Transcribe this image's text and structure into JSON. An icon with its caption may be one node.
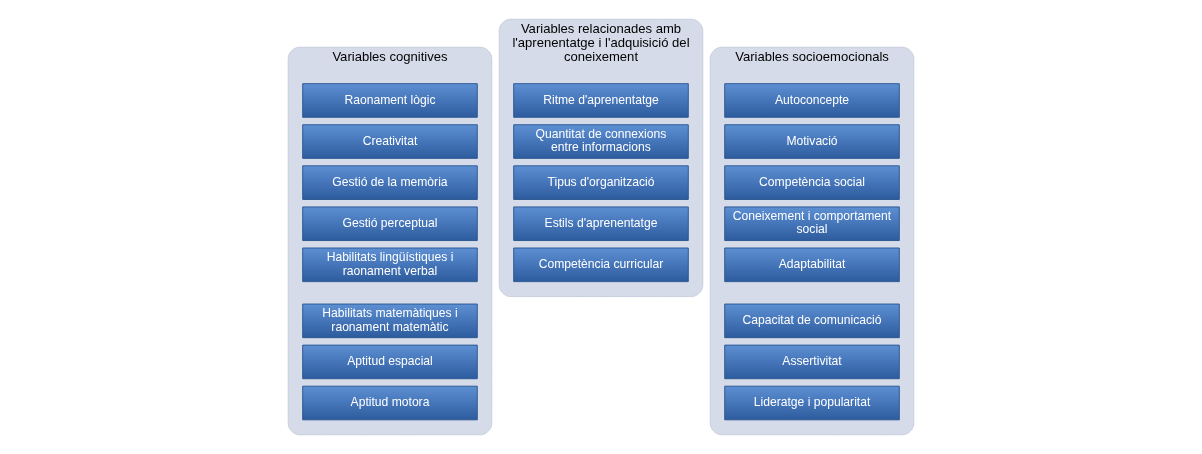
{
  "diagram": {
    "nodes": [
      {
        "text": [
          "Variables cognitives"
        ]
      },
      {
        "text": [
          "Raonament lògic"
        ],
        "in": 0
      },
      {
        "text": [
          "Creativitat"
        ],
        "in": 0
      },
      {
        "text": [
          "Gestió de la memòria"
        ],
        "in": 0
      },
      {
        "text": [
          "Gestió perceptual"
        ],
        "in": 0
      },
      {
        "text": [
          "Habilitats lingüístiques i raonament verbal"
        ],
        "in": 0
      },
      {
        "text": [
          "Habilitats matemàtiques i raonament matemàtic"
        ],
        "in": 0
      },
      {
        "text": [
          "Aptitud espacial"
        ],
        "in": 0
      },
      {
        "text": [
          "Aptitud motora"
        ],
        "in": 0
      },
      {
        "text": [
          "Variables relacionades amb l'aprenentatge i l'adquisició del coneixement"
        ]
      },
      {
        "text": [
          "Ritme d'aprenentatge"
        ],
        "in": 9
      },
      {
        "text": [
          "Quantitat de connexions entre informacions"
        ],
        "in": 9
      },
      {
        "text": [
          "Tipus d'organització"
        ],
        "in": 9
      },
      {
        "text": [
          "Estils d'aprenentatge"
        ],
        "in": 9
      },
      {
        "text": [
          "Competència curricular"
        ],
        "in": 9
      },
      {
        "text": [
          "Variables socioemocionals"
        ]
      },
      {
        "text": [
          "Autoconcepte"
        ],
        "in": 15
      },
      {
        "text": [
          "Motivació"
        ],
        "in": 15
      },
      {
        "text": [
          "Competència social"
        ],
        "in": 15
      },
      {
        "text": [
          "Coneixement i comportament social"
        ],
        "in": 15
      },
      {
        "text": [
          "Adaptabilitat"
        ],
        "in": 15
      },
      {
        "text": [
          "Capacitat de comunicació"
        ],
        "in": 15
      },
      {
        "text": [
          "Assertivitat"
        ],
        "in": 15
      },
      {
        "text": [
          "Lideratge i popularitat"
        ],
        "in": 15
      }
    ],
    "edges": []
  }
}
